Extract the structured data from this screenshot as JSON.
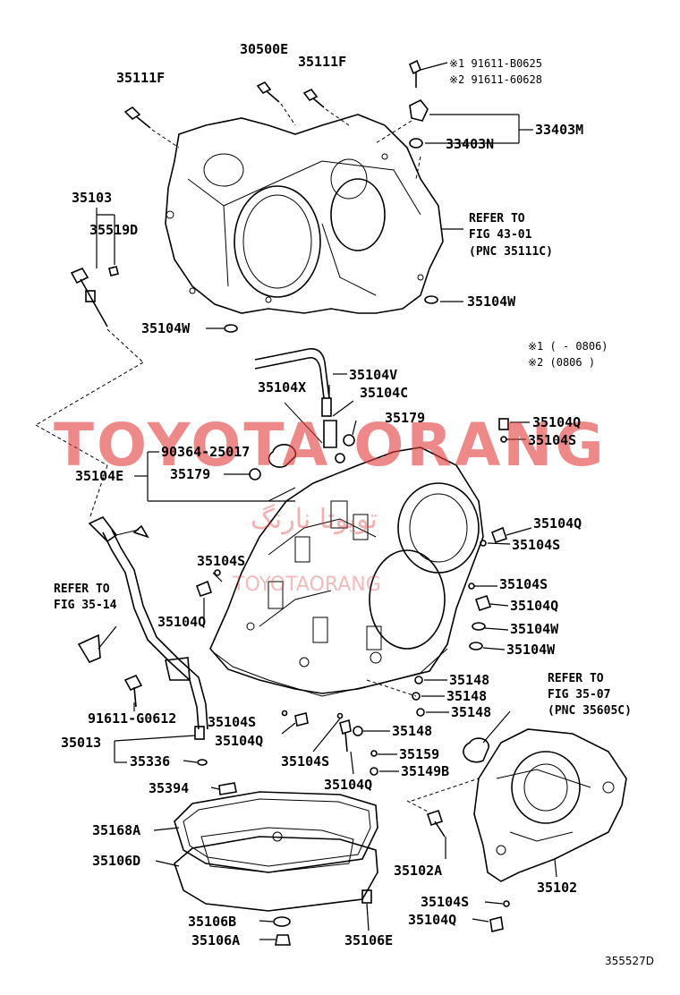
{
  "watermark": {
    "brand": "TOYOTA ORANG",
    "arabic": "تویوتا نارنگ",
    "small": "TOYOTAORANG"
  },
  "labels": {
    "p30500E": "30500E",
    "p35111F_a": "35111F",
    "p35111F_b": "35111F",
    "note1": "※1 91611-B0625",
    "note2": "※2 91611-60628",
    "p33403M": "33403M",
    "p33403N": "33403N",
    "p35103": "35103",
    "p35519D": "35519D",
    "p35104W_a": "35104W",
    "p35104W_b": "35104W",
    "p35104V": "35104V",
    "p35104X": "35104X",
    "p35104C": "35104C",
    "p35179_a": "35179",
    "p35179_b": "35179",
    "p90364": "90364-25017",
    "p35104E": "35104E",
    "p35104Q_a": "35104Q",
    "p35104S_a": "35104S",
    "p35104Q_b": "35104Q",
    "p35104S_b": "35104S",
    "p35104S_c": "35104S",
    "p35104S_d": "35104S",
    "p35104Q_c": "35104Q",
    "p35104Q_d": "35104Q",
    "p35104W_c": "35104W",
    "p35104W_d": "35104W",
    "p35148_a": "35148",
    "p35148_b": "35148",
    "p35148_c": "35148",
    "p35148_d": "35148",
    "p91611G0612": "91611-G0612",
    "p35104S_e": "35104S",
    "p35104Q_e": "35104Q",
    "p35013": "35013",
    "p35336": "35336",
    "p35104S_f": "35104S",
    "p35159": "35159",
    "p35149B": "35149B",
    "p35104Q_f": "35104Q",
    "p35394": "35394",
    "p35168A": "35168A",
    "p35106D": "35106D",
    "p35102A": "35102A",
    "p35102": "35102",
    "p35104S_g": "35104S",
    "p35104Q_g": "35104Q",
    "p35106B": "35106B",
    "p35106A": "35106A",
    "p35106E": "35106E",
    "figure_id": "355527D"
  },
  "refs": {
    "r1_l1": "REFER TO",
    "r1_l2": "FIG 43-01",
    "r1_l3": "(PNC 35111C)",
    "r2_l1": "REFER TO",
    "r2_l2": "FIG 35-14",
    "r3_l1": "REFER TO",
    "r3_l2": "FIG 35-07",
    "r3_l3": "(PNC 35605C)"
  },
  "dates": {
    "d1": "※1 (     - 0806)",
    "d2": "※2 (0806        )"
  }
}
